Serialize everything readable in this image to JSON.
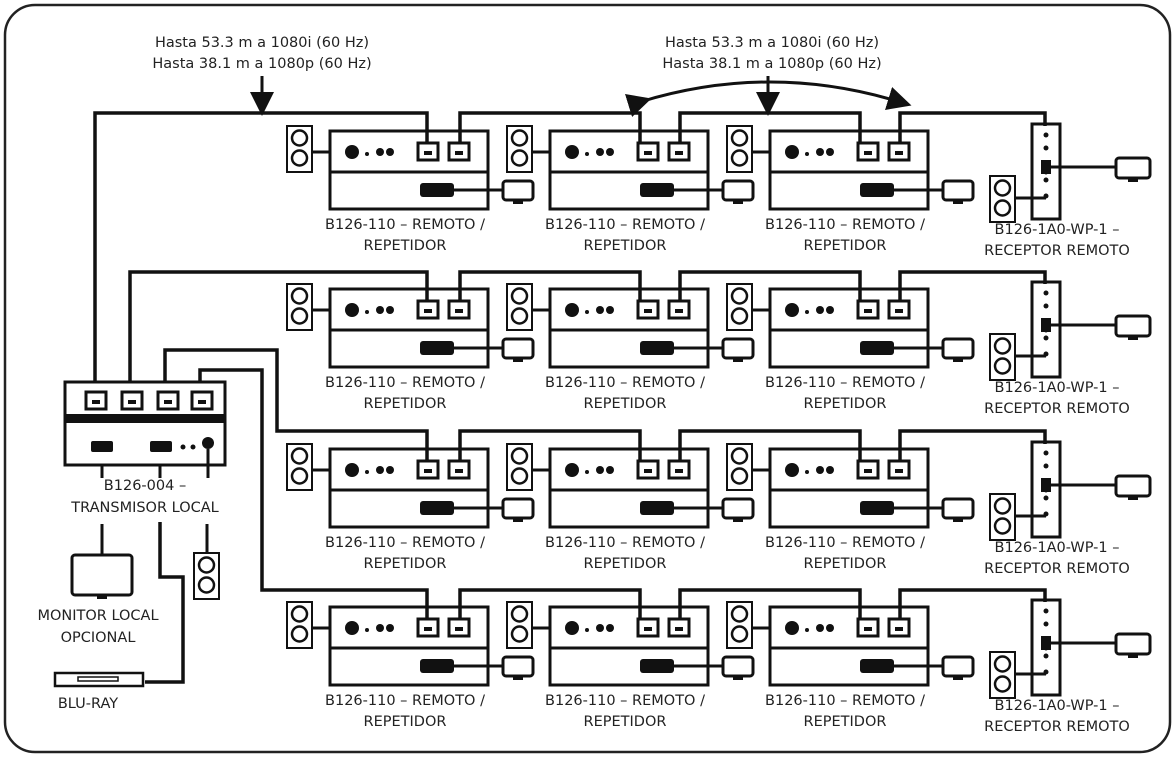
{
  "annotations": {
    "left": [
      "Hasta 53.3 m a 1080i (60 Hz)",
      "Hasta 38.1 m a 1080p (60 Hz)"
    ],
    "right": [
      "Hasta 53.3 m a 1080i (60 Hz)",
      "Hasta 38.1 m a 1080p (60 Hz)"
    ]
  },
  "transmitter": {
    "label": [
      "B126-004 –",
      "TRANSMISOR LOCAL"
    ]
  },
  "local_monitor": {
    "label": [
      "MONITOR LOCAL",
      "OPCIONAL"
    ]
  },
  "bluray": {
    "label": [
      "BLU-RAY"
    ]
  },
  "rows": [
    {
      "repeaters": [
        [
          "B126-110 – REMOTO /",
          "REPETIDOR"
        ],
        [
          "B126-110 – REMOTO /",
          "REPETIDOR"
        ],
        [
          "B126-110 – REMOTO /",
          "REPETIDOR"
        ]
      ],
      "receiver": [
        "B126-1A0-WP-1 –",
        "RECEPTOR REMOTO"
      ]
    },
    {
      "repeaters": [
        [
          "B126-110 – REMOTO /",
          "REPETIDOR"
        ],
        [
          "B126-110 – REMOTO /",
          "REPETIDOR"
        ],
        [
          "B126-110 – REMOTO /",
          "REPETIDOR"
        ]
      ],
      "receiver": [
        "B126-1A0-WP-1 –",
        "RECEPTOR REMOTO"
      ]
    },
    {
      "repeaters": [
        [
          "B126-110 – REMOTO /",
          "REPETIDOR"
        ],
        [
          "B126-110 – REMOTO /",
          "REPETIDOR"
        ],
        [
          "B126-110 – REMOTO /",
          "REPETIDOR"
        ]
      ],
      "receiver": [
        "B126-1A0-WP-1 –",
        "RECEPTOR REMOTO"
      ]
    },
    {
      "repeaters": [
        [
          "B126-110 – REMOTO /",
          "REPETIDOR"
        ],
        [
          "B126-110 – REMOTO /",
          "REPETIDOR"
        ],
        [
          "B126-110 – REMOTO /",
          "REPETIDOR"
        ]
      ],
      "receiver": [
        "B126-1A0-WP-1 –",
        "RECEPTOR REMOTO"
      ]
    }
  ],
  "colors": {
    "line": "#111111",
    "text": "#222222",
    "background": "#ffffff"
  }
}
